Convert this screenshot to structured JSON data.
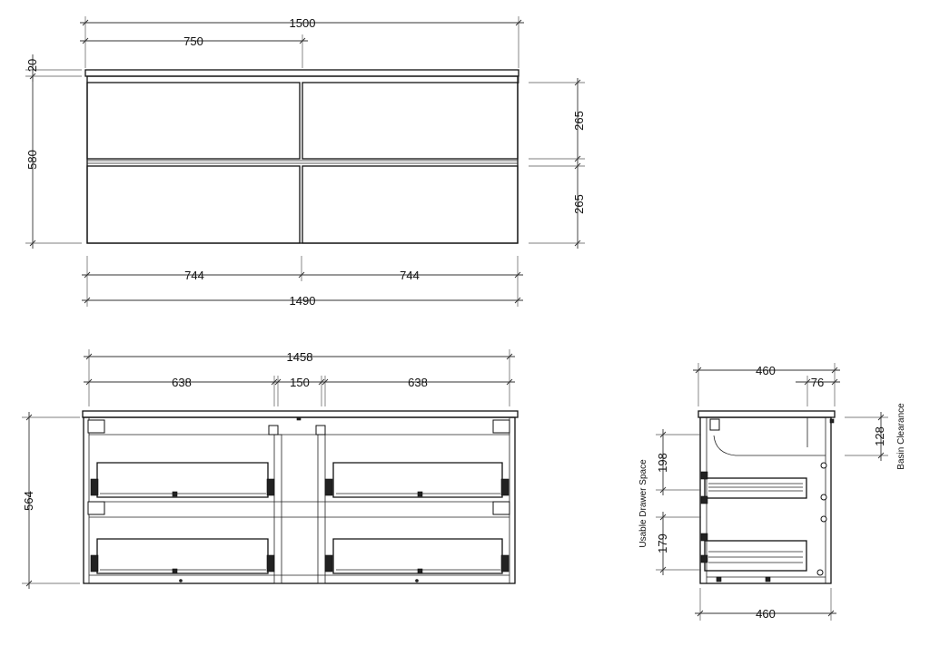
{
  "front_view": {
    "overall_top": "1500",
    "half_top": "750",
    "top_thickness": "20",
    "body_height": "580",
    "drawer_upper": "265",
    "drawer_lower": "265",
    "door_left": "744",
    "door_right": "744",
    "body_width": "1490"
  },
  "interior_view": {
    "inner_width": "1458",
    "bay_left": "638",
    "center_panel": "150",
    "bay_right": "638",
    "inner_height": "564"
  },
  "side_view": {
    "depth_top": "460",
    "offset": "76",
    "basin_clearance_value": "128",
    "basin_clearance_label": "Basin Clearance",
    "usable_label": "Usable Drawer Space",
    "usable_upper": "198",
    "usable_lower": "179",
    "depth_bottom": "460"
  }
}
